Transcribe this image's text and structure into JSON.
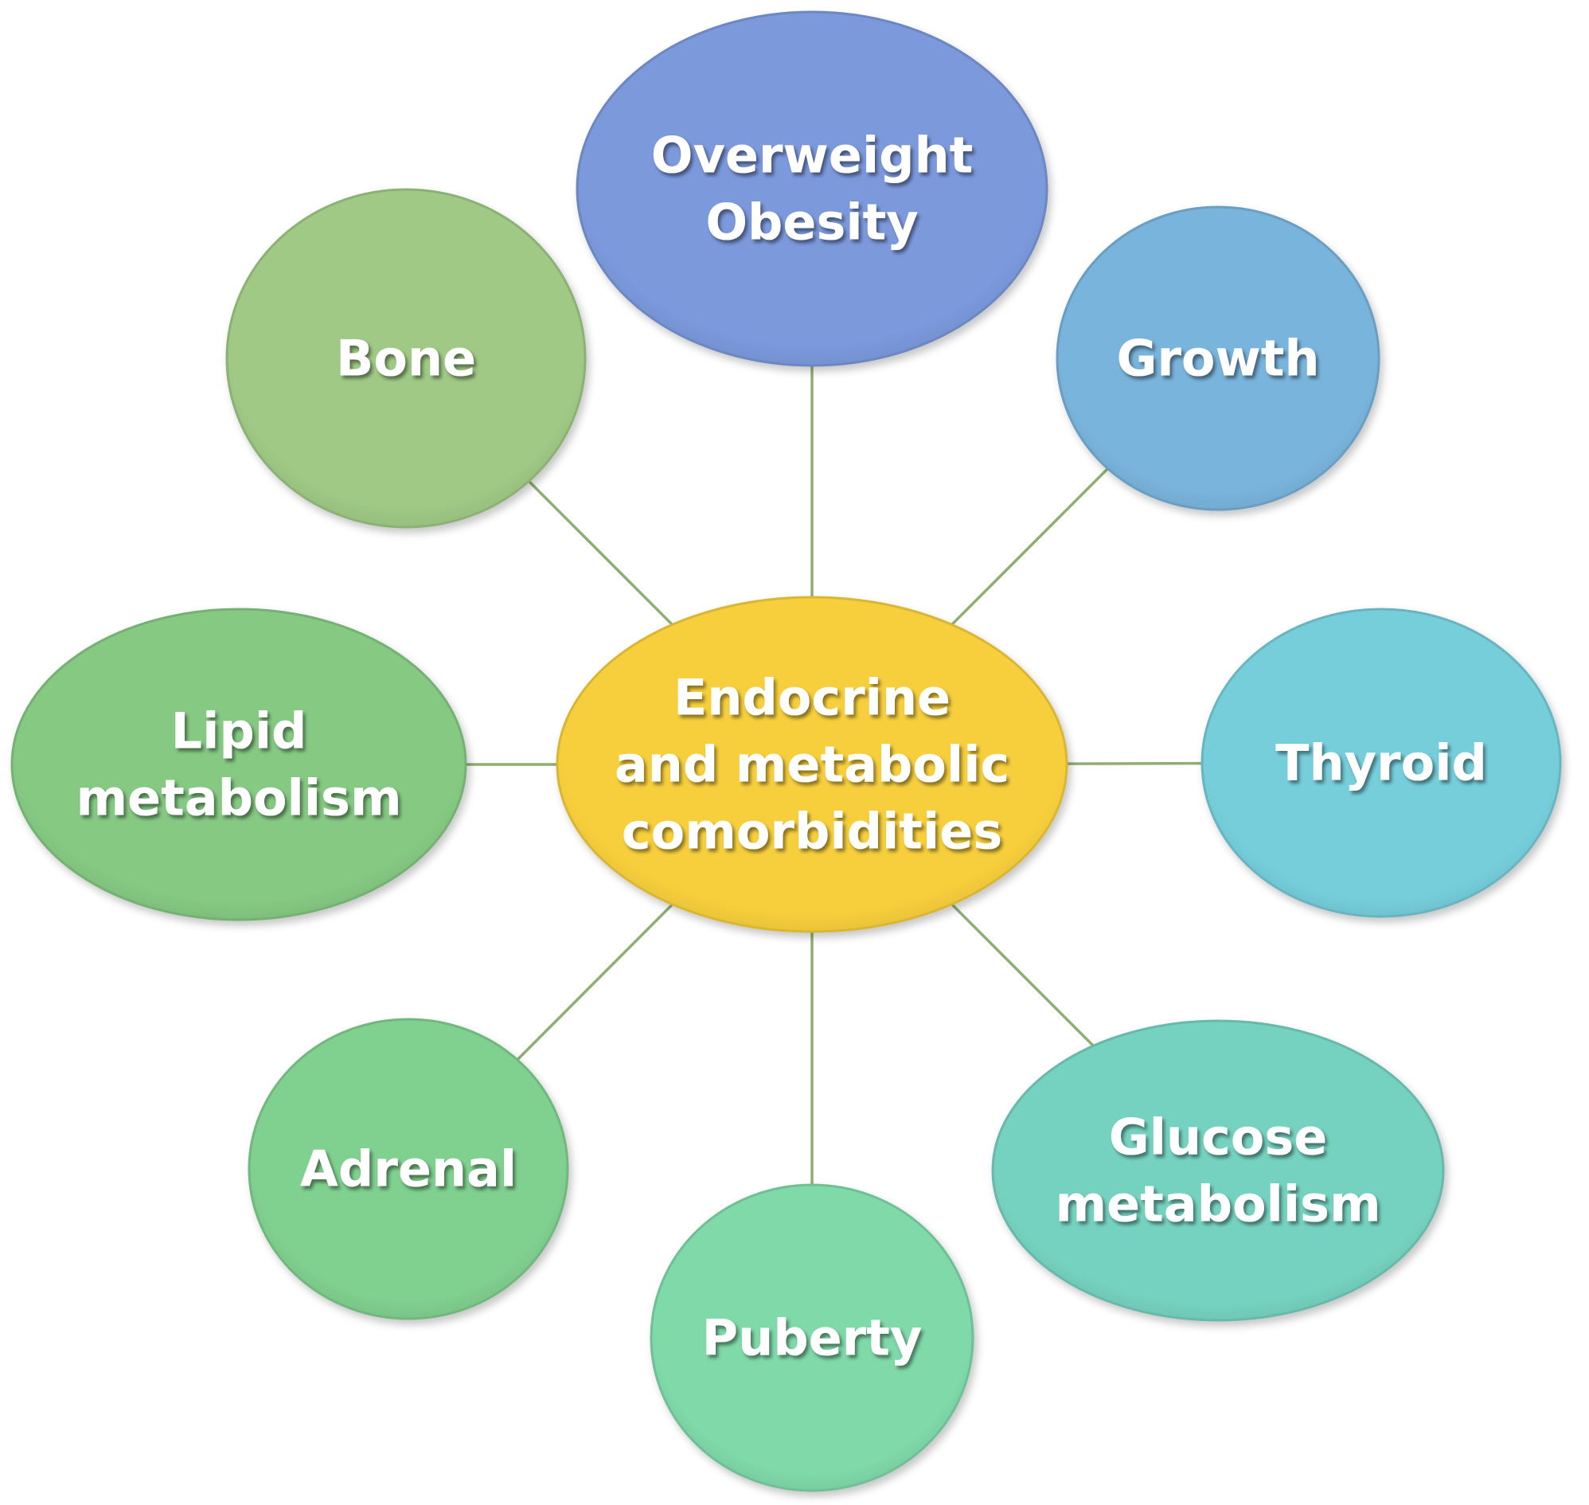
{
  "diagram": {
    "center": {
      "lines": [
        "Endocrine",
        "and metabolic",
        "comorbidities"
      ],
      "color": "#f7cf3c"
    },
    "nodes": [
      {
        "id": "overweight-obesity",
        "lines": [
          "Overweight",
          "Obesity"
        ],
        "color": "#7b99dc"
      },
      {
        "id": "growth",
        "lines": [
          "Growth"
        ],
        "color": "#79b4dc"
      },
      {
        "id": "thyroid",
        "lines": [
          "Thyroid"
        ],
        "color": "#76cedb"
      },
      {
        "id": "glucose-metabolism",
        "lines": [
          "Glucose",
          "metabolism"
        ],
        "color": "#76d2c0"
      },
      {
        "id": "puberty",
        "lines": [
          "Puberty"
        ],
        "color": "#7fd9a9"
      },
      {
        "id": "adrenal",
        "lines": [
          "Adrenal"
        ],
        "color": "#80d08f"
      },
      {
        "id": "lipid-metabolism",
        "lines": [
          "Lipid",
          "metabolism"
        ],
        "color": "#85c983"
      },
      {
        "id": "bone",
        "lines": [
          "Bone"
        ],
        "color": "#9fc985"
      }
    ],
    "connector_color": "#8fae72"
  }
}
